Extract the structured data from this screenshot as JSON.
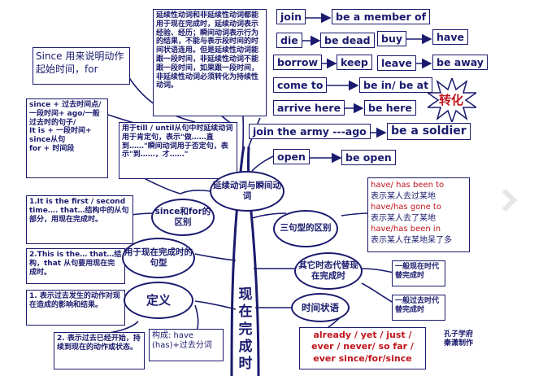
{
  "notes": {
    "top_center": "延续性动词和非延续性动词都能用于现在完成时，延续动词表示经验、经历；瞬间动词表示行为的结果，不能与表示段时间的时间状语连用。但是延续性动词能跟一段时间，非延续性动词不能跟一段时间，如果跟一段时间，非延续性动词必须转化为持续性动词。",
    "since_for": "Since 用来说明动作起始时间，for",
    "since_rules": "since + 过去时间点/\n一段时间+ ago/一般过去时的句子/\nIt is + 一段时间+ since从句\nfor + 时间段",
    "till_until": "用于till / until从句中时延续动词用于肯定句，表示\"做……直到……\"瞬间动词用于否定句，表示\"到……，才……\"",
    "first_second": "1.It is the first / second time…. that…结构中的从句部分，用现在完成时。",
    "this_is": "2.This is the… that…结构，that 从句要用现在完成时。",
    "def1": "1. 表示过去发生的动作对现在造成的影响和结果。",
    "def2": "2. 表示过去已经开始，持续到现在的动作或状态。",
    "form": "构成:   have (has)+过去分词",
    "have_been": "have/ has been to",
    "have_been_cn": "表示某人去过某地",
    "have_gone": "have/has gone to",
    "have_gone_cn": "表示某人去了某地",
    "have_in": "have/has been in",
    "have_in_cn": "表示某人在某地呆了多",
    "simple_present": "一般现在时代替完成时",
    "simple_past": "一般过去时代替完成时",
    "adverbs": "already / yet / just / ever / never/ so far / ever since/for/since",
    "stamp": "孔子学府\n秦潇制作"
  },
  "pairs": [
    {
      "from": "join",
      "to": "be a member of"
    },
    {
      "from": "die",
      "to": "be dead"
    },
    {
      "from": "buy",
      "to": "have"
    },
    {
      "from": "borrow",
      "to": "keep"
    },
    {
      "from": "leave",
      "to": "be away"
    },
    {
      "from": "come to",
      "to": "be in/ be at"
    },
    {
      "from": "arrive here",
      "to": "be here"
    },
    {
      "from": "join the army ---ago",
      "to": "be a soldier"
    },
    {
      "from": "open",
      "to": "be open"
    }
  ],
  "ovals": {
    "durative": "延续动词与瞬间动词",
    "since_for_diff": "since和for的区别",
    "three_patterns": "三句型的区别",
    "sentence_patterns": "用于现在完成时的句型",
    "other_tenses": "其它时态代替现在完成时",
    "definition": "定义",
    "time_adverbial": "时间状语"
  },
  "trunk": [
    "现",
    "在",
    "完",
    "成",
    "时"
  ],
  "burst": "转化"
}
